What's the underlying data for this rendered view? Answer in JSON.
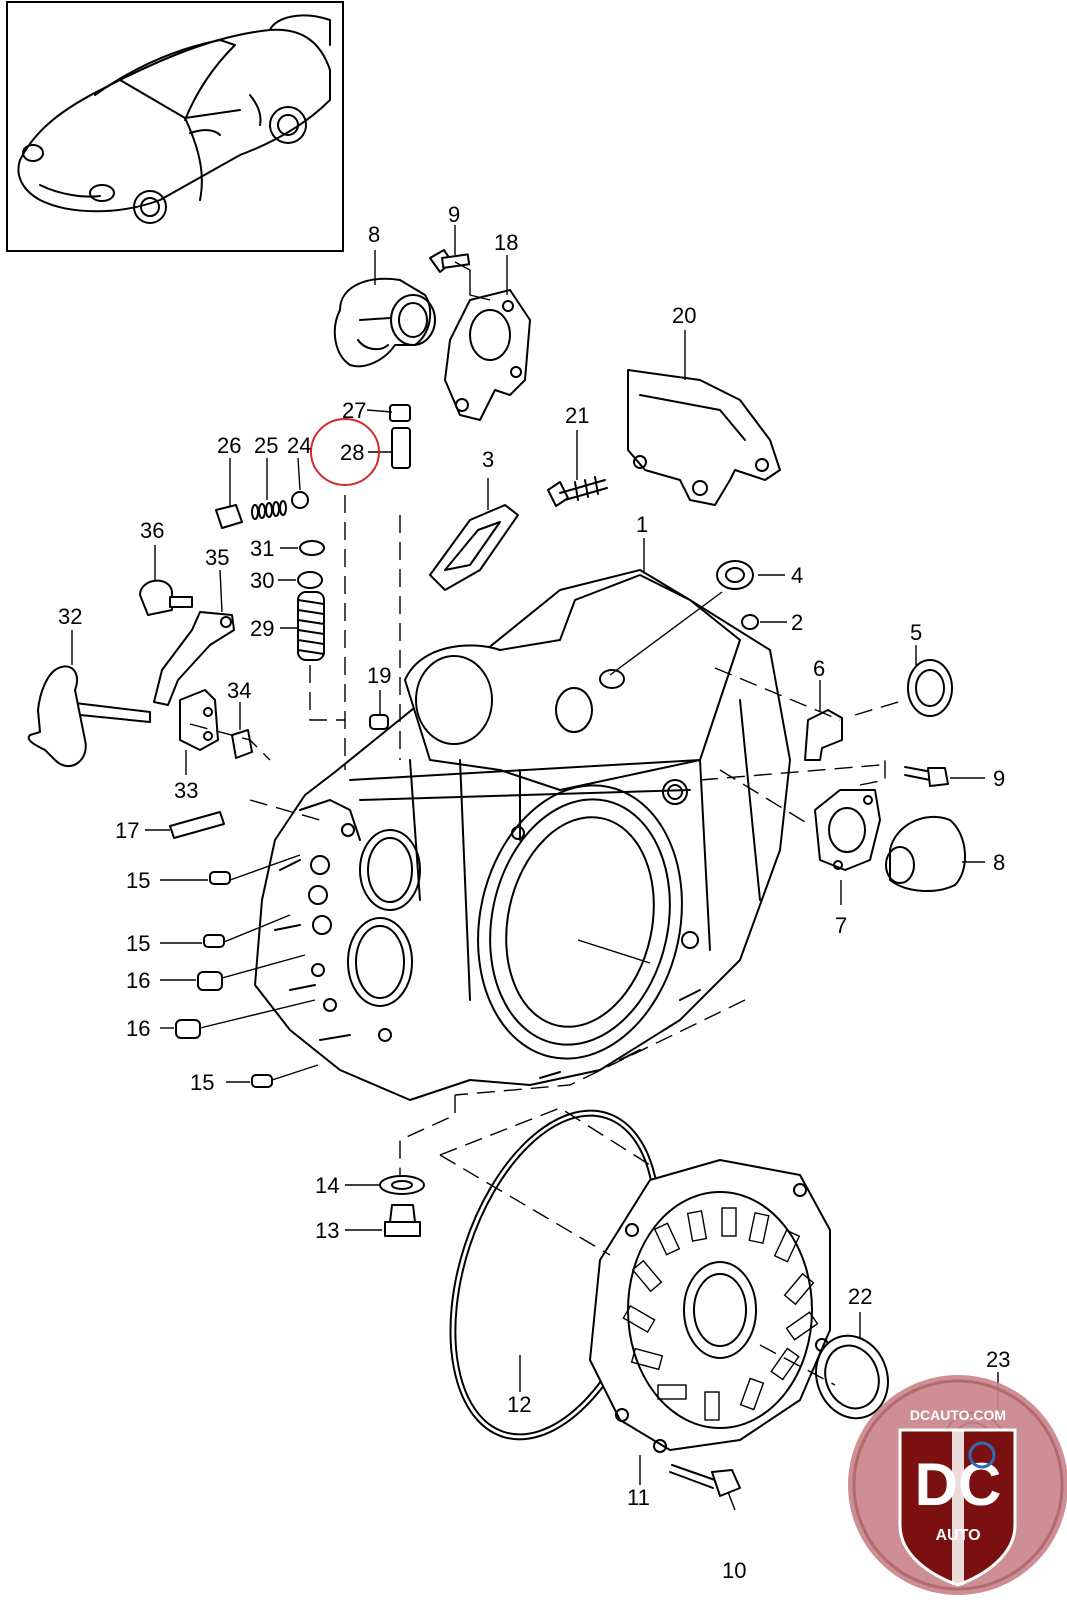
{
  "diagram": {
    "parts": [
      {
        "number": "1"
      },
      {
        "number": "2"
      },
      {
        "number": "3"
      },
      {
        "number": "4"
      },
      {
        "number": "5"
      },
      {
        "number": "6"
      },
      {
        "number": "7"
      },
      {
        "number": "8"
      },
      {
        "number": "9"
      },
      {
        "number": "10"
      },
      {
        "number": "11"
      },
      {
        "number": "12"
      },
      {
        "number": "13"
      },
      {
        "number": "14"
      },
      {
        "number": "15"
      },
      {
        "number": "16"
      },
      {
        "number": "17"
      },
      {
        "number": "18"
      },
      {
        "number": "19"
      },
      {
        "number": "20"
      },
      {
        "number": "21"
      },
      {
        "number": "22"
      },
      {
        "number": "23"
      },
      {
        "number": "24"
      },
      {
        "number": "25"
      },
      {
        "number": "26"
      },
      {
        "number": "27"
      },
      {
        "number": "28"
      },
      {
        "number": "29"
      },
      {
        "number": "30"
      },
      {
        "number": "31"
      },
      {
        "number": "32"
      },
      {
        "number": "33"
      },
      {
        "number": "34"
      },
      {
        "number": "35"
      },
      {
        "number": "36"
      }
    ],
    "highlighted_part": "28",
    "highlight_color": "#d62828"
  },
  "watermark": {
    "site": "DCAUTO.COM",
    "monogram": "DC",
    "tagline": "AUTO",
    "colors": {
      "badge": "#c9868a",
      "shield": "#7a1010",
      "accent": "#2a6fb5"
    }
  }
}
